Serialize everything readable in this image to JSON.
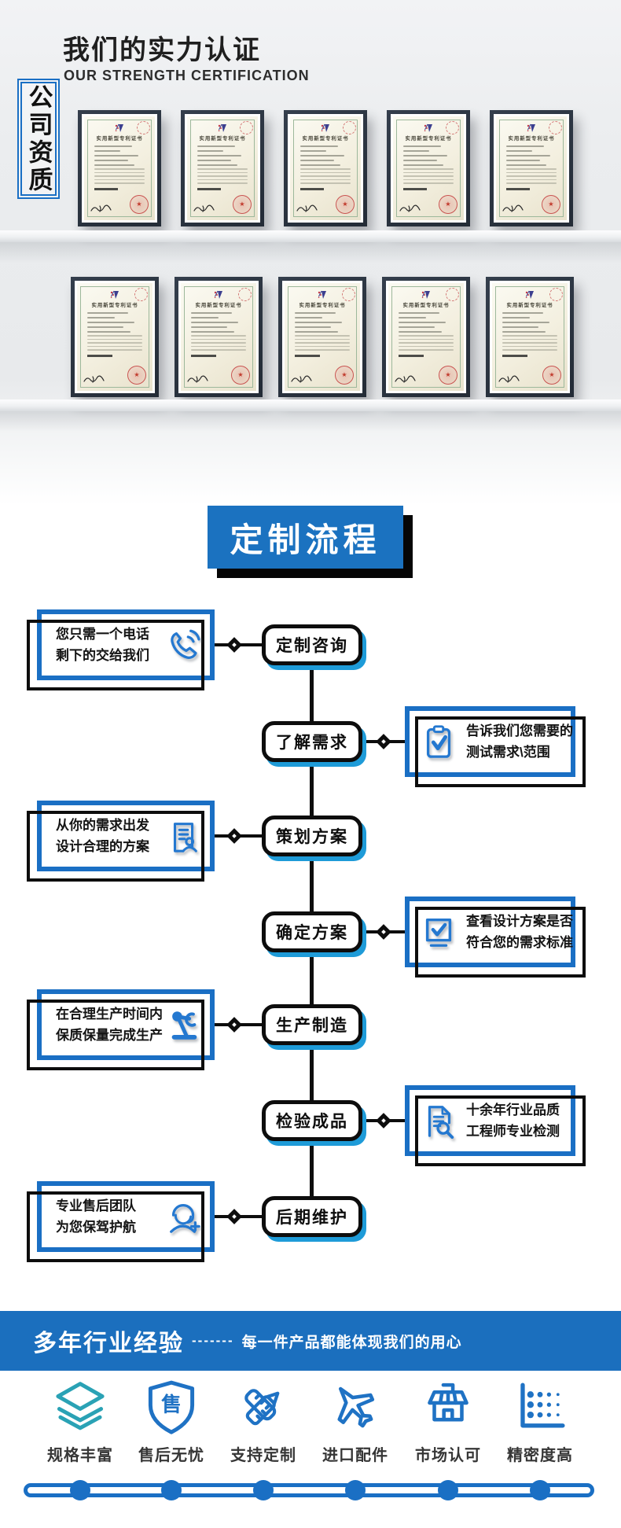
{
  "certification": {
    "title": "我们的实力认证",
    "subtitle": "OUR STRENGTH CERTIFICATION",
    "side_label": "公司资质",
    "certificate_title": "实用新型专利证书",
    "shelves": [
      5,
      5
    ]
  },
  "process": {
    "header": "定制流程",
    "steps": [
      {
        "node": "定制咨询",
        "side": "left",
        "icon": "phone-icon",
        "lines": [
          "您只需一个电话",
          "剩下的交给我们"
        ]
      },
      {
        "node": "了解需求",
        "side": "right",
        "icon": "clipboard-check-icon",
        "lines": [
          "告诉我们您需要的",
          "测试需求\\范围"
        ]
      },
      {
        "node": "策划方案",
        "side": "left",
        "icon": "plan-doc-icon",
        "lines": [
          "从你的需求出发",
          "设计合理的方案"
        ]
      },
      {
        "node": "确定方案",
        "side": "right",
        "icon": "monitor-check-icon",
        "lines": [
          "查看设计方案是否",
          "符合您的需求标准"
        ]
      },
      {
        "node": "生产制造",
        "side": "left",
        "icon": "robot-arm-icon",
        "lines": [
          "在合理生产时间内",
          "保质保量完成生产"
        ]
      },
      {
        "node": "检验成品",
        "side": "right",
        "icon": "inspect-doc-icon",
        "lines": [
          "十余年行业品质",
          "工程师专业检测"
        ]
      },
      {
        "node": "后期维护",
        "side": "left",
        "icon": "service-icon",
        "lines": [
          "专业售后团队",
          "为您保驾护航"
        ]
      }
    ]
  },
  "experience_bar": {
    "title": "多年行业经验",
    "dashes": "-------",
    "subtitle": "每一件产品都能体现我们的用心"
  },
  "features": [
    {
      "label": "规格丰富",
      "icon": "layers-icon"
    },
    {
      "label": "售后无忧",
      "icon": "shield-icon",
      "shield_char": "售"
    },
    {
      "label": "支持定制",
      "icon": "ruler-pencil-icon"
    },
    {
      "label": "进口配件",
      "icon": "plane-icon"
    },
    {
      "label": "市场认可",
      "icon": "store-icon"
    },
    {
      "label": "精密度高",
      "icon": "precision-icon"
    }
  ],
  "colors": {
    "primary_blue": "#1a6fc4",
    "header_blue": "#1b72c0",
    "bar_blue": "#1b6fbe",
    "node_shadow_blue": "#1e9bd8",
    "icon_blue": "#2478d0",
    "teal_icon": "#2aa2b5",
    "outline_black": "#0d0d0d"
  }
}
